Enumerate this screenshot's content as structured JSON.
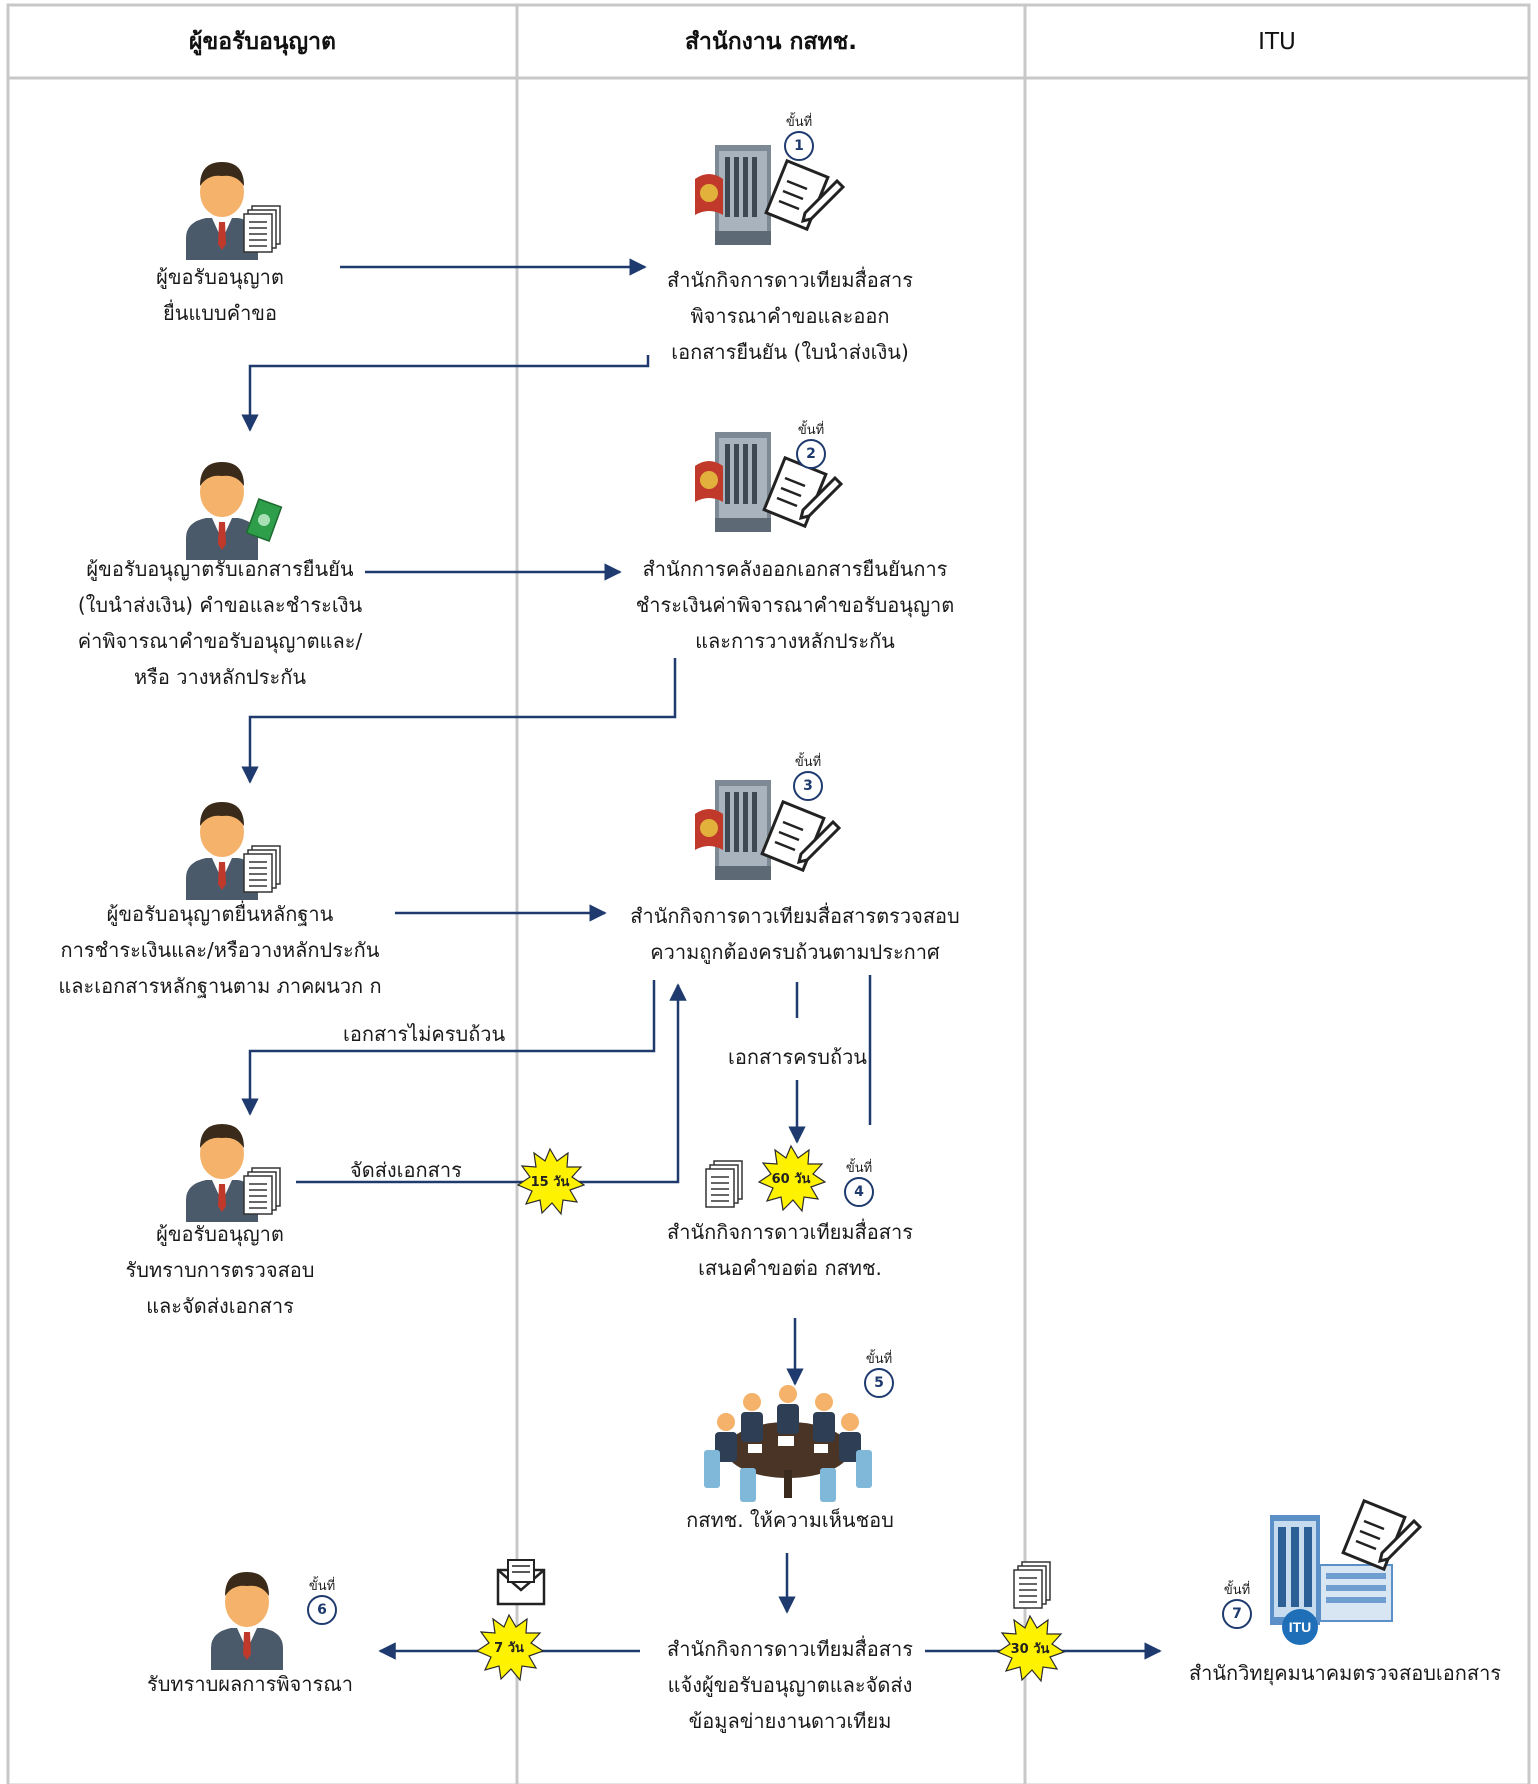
{
  "columns": {
    "applicant": "ผู้ขอรับอนุญาต",
    "office": "สำนักงาน กสทช.",
    "itu": "ITU"
  },
  "steps": {
    "s1": {
      "caption": "ขั้นที่",
      "number": "1",
      "lines": [
        "สำนักกิจการดาวเทียมสื่อสาร",
        "พิจารณาคำขอและออก",
        "เอกสารยืนยัน (ใบนำส่งเงิน)"
      ]
    },
    "s2": {
      "caption": "ขั้นที่",
      "number": "2",
      "lines": [
        "สำนักการคลังออกเอกสารยืนยันการ",
        "ชำระเงินค่าพิจารณาคำขอรับอนุญาต",
        "และการวางหลักประกัน"
      ]
    },
    "s3": {
      "caption": "ขั้นที่",
      "number": "3",
      "lines": [
        "สำนักกิจการดาวเทียมสื่อสารตรวจสอบ",
        "ความถูกต้องครบถ้วนตามประกาศ"
      ]
    },
    "s4": {
      "caption": "ขั้นที่",
      "number": "4",
      "lines": [
        "สำนักกิจการดาวเทียมสื่อสาร",
        "เสนอคำขอต่อ กสทช."
      ]
    },
    "s5": {
      "caption": "ขั้นที่",
      "number": "5",
      "lines": [
        "กสทช. ให้ความเห็นชอบ"
      ]
    },
    "s6": {
      "caption": "ขั้นที่",
      "number": "6",
      "lines": [
        "รับทราบผลการพิจารณา"
      ]
    },
    "s7": {
      "caption": "ขั้นที่",
      "number": "7",
      "lines": [
        "สำนักวิทยุคมนาคมตรวจสอบเอกสาร"
      ]
    },
    "notify": {
      "lines": [
        "สำนักกิจการดาวเทียมสื่อสาร",
        "แจ้งผู้ขอรับอนุญาตและจัดส่ง",
        "ข้อมูลข่ายงานดาวเทียม"
      ]
    }
  },
  "applicant_nodes": {
    "a1": {
      "lines": [
        "ผู้ขอรับอนุญาต",
        "ยื่นแบบคำขอ"
      ]
    },
    "a2": {
      "lines": [
        "ผู้ขอรับอนุญาตรับเอกสารยืนยัน",
        "(ใบนำส่งเงิน) คำขอและชำระเงิน",
        "ค่าพิจารณาคำขอรับอนุญาตและ/",
        "หรือ วางหลักประกัน"
      ]
    },
    "a3": {
      "lines": [
        "ผู้ขอรับอนุญาตยื่นหลักฐาน",
        "การชำระเงินและ/หรือวางหลักประกัน",
        "และเอกสารหลักฐานตาม ภาคผนวก ก"
      ]
    },
    "a4": {
      "lines": [
        "ผู้ขอรับอนุญาต",
        "รับทราบการตรวจสอบ",
        "และจัดส่งเอกสาร"
      ]
    }
  },
  "edge_labels": {
    "incomplete": "เอกสารไม่ครบถ้วน",
    "complete": "เอกสารครบถ้วน",
    "send_docs": "จัดส่งเอกสาร"
  },
  "badges": {
    "b15": "15 วัน",
    "b60": "60 วัน",
    "b7": "7 วัน",
    "b30": "30 วัน"
  },
  "icon_labels": {
    "itu": "ITU"
  },
  "colors": {
    "arrow": "#1e3a6e",
    "grid": "#c8c8c8",
    "burst": "#fff200"
  }
}
